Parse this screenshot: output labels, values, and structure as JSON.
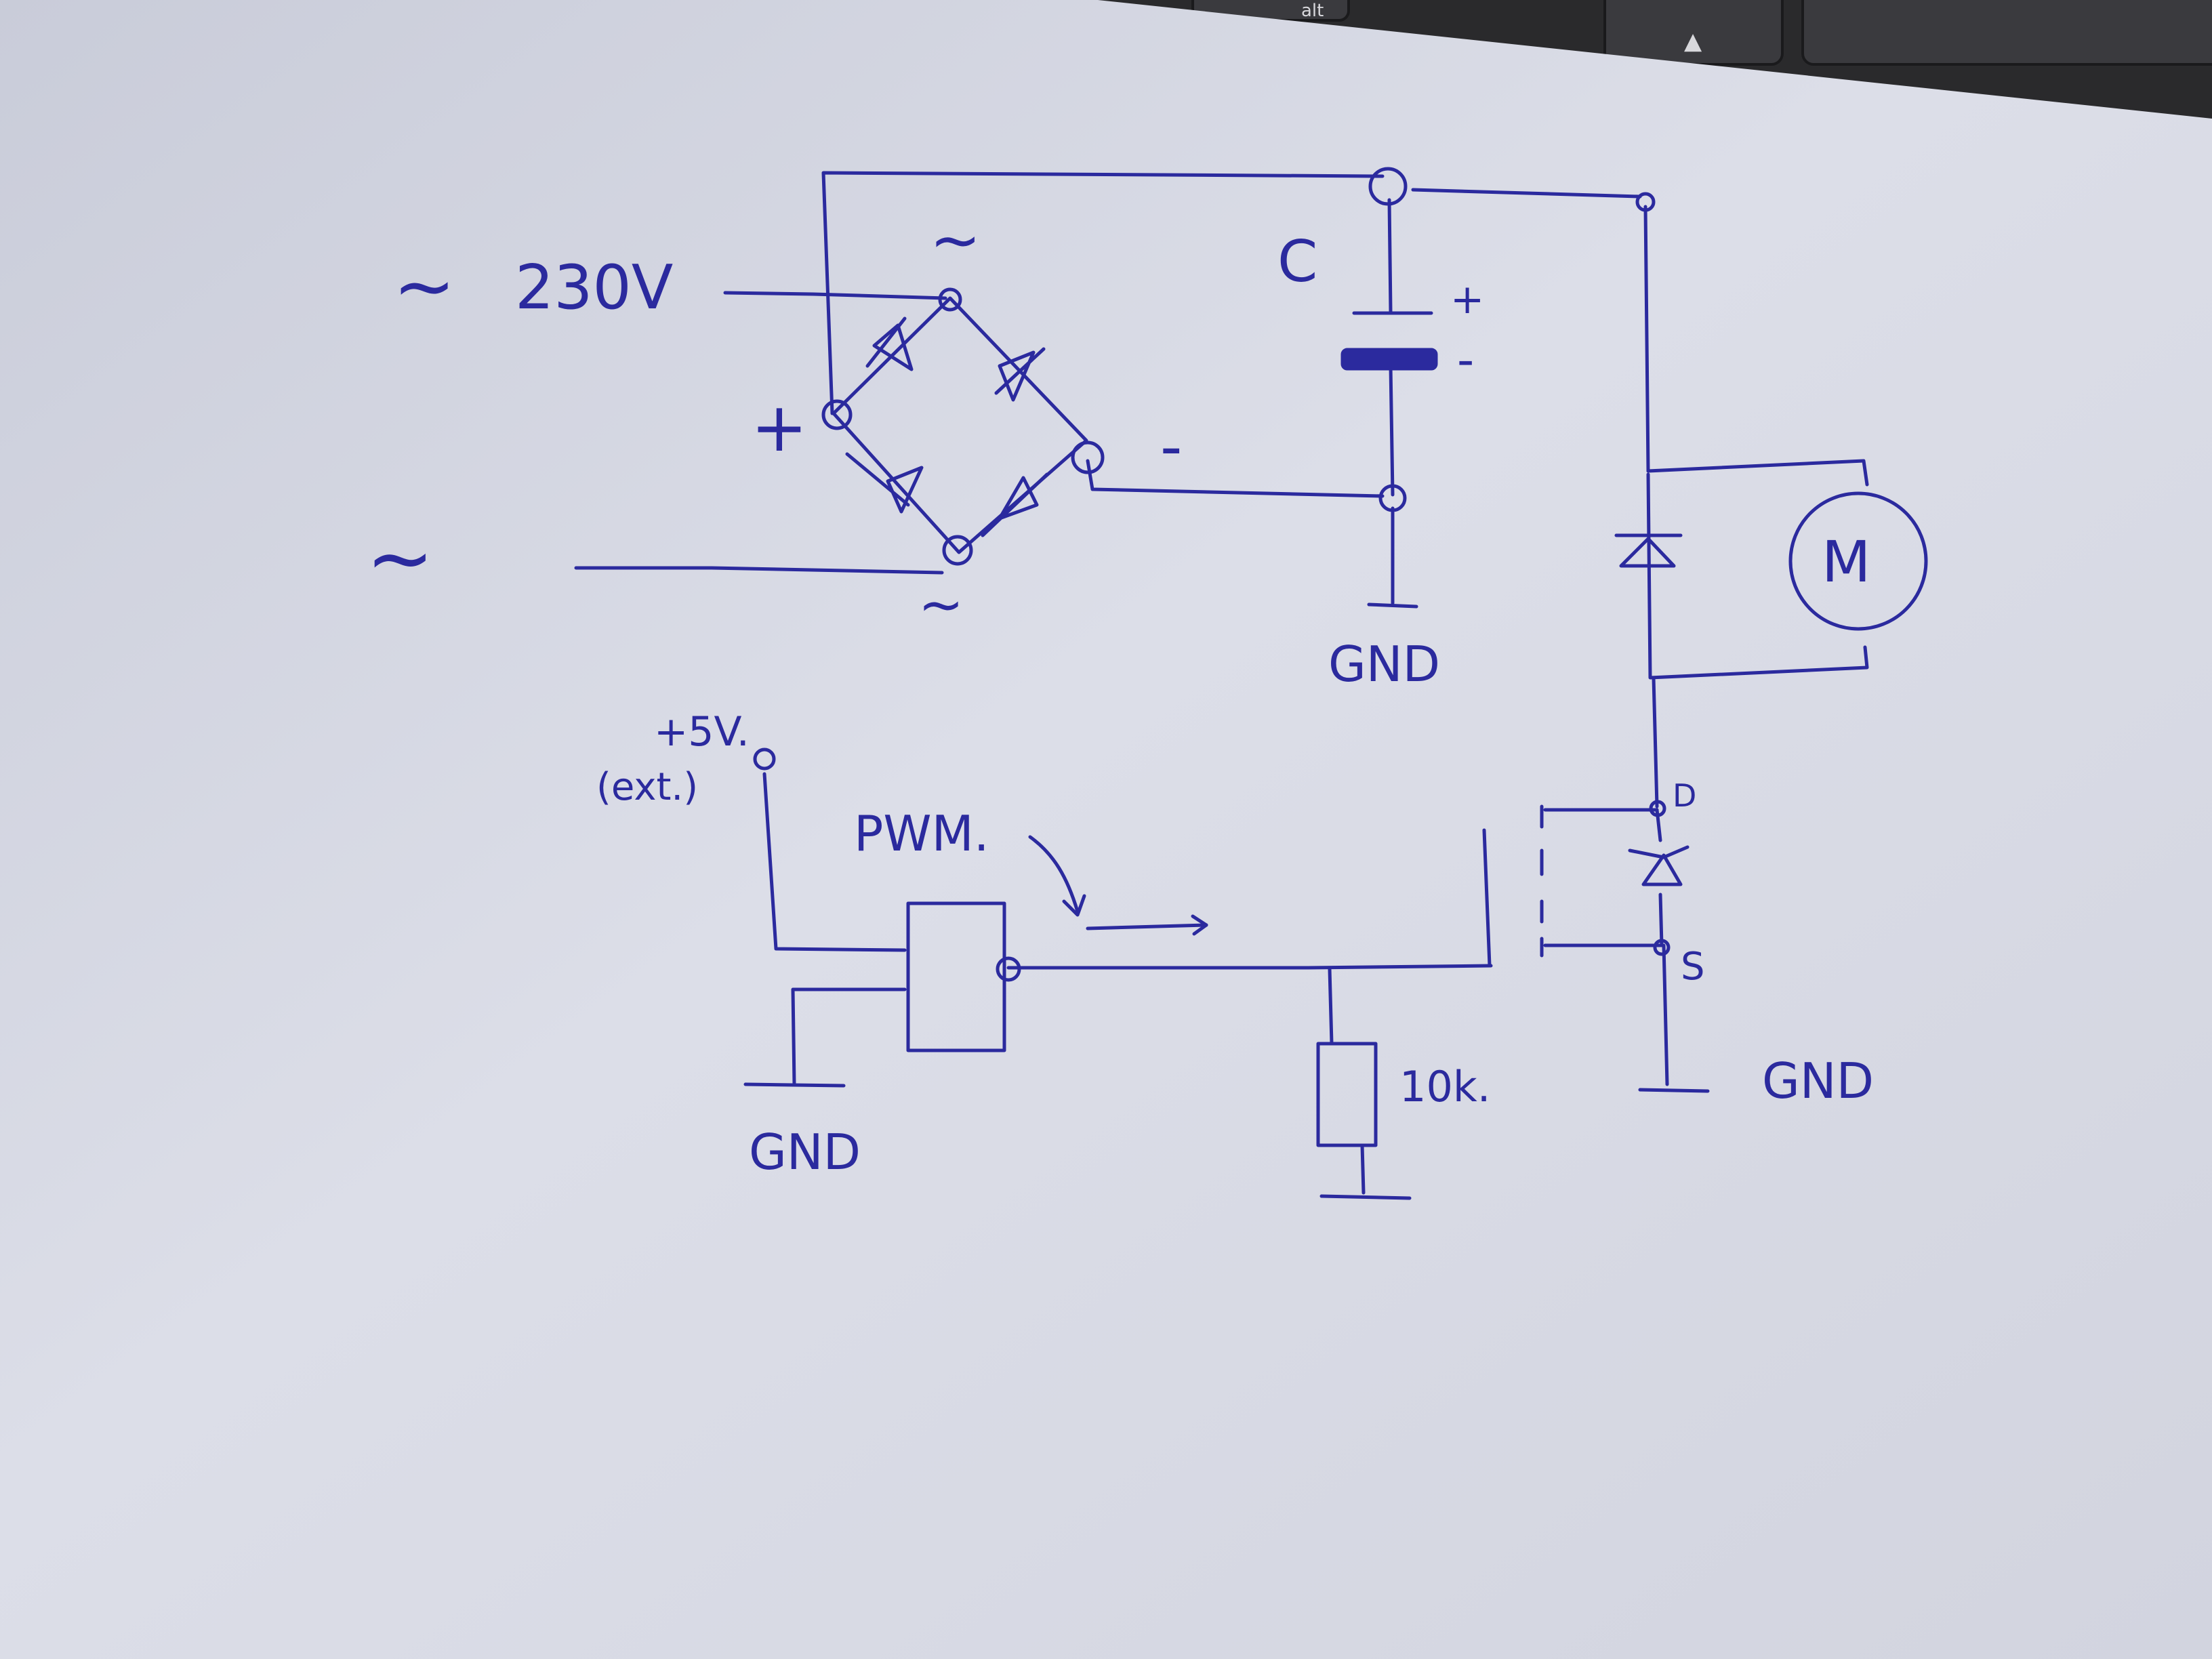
{
  "colors": {
    "ink": "#2b2a9e",
    "paper": "#d9dbe6",
    "keyboard": "#2a2a2c"
  },
  "keyboard": {
    "key_alt": "alt",
    "key_up": "▲"
  },
  "diagram": {
    "mains_voltage": "230V",
    "ac_symbol": "~",
    "bridge_plus": "+",
    "bridge_minus": "-",
    "capacitor_label": "C",
    "cap_plus": "+",
    "cap_minus": "-",
    "gnd": "GND",
    "supply": "+5V.",
    "supply_note": "(ext.)",
    "pwm": "PWM.",
    "resistor_value": "10k.",
    "motor": "M",
    "drain": "D",
    "source": "S"
  }
}
